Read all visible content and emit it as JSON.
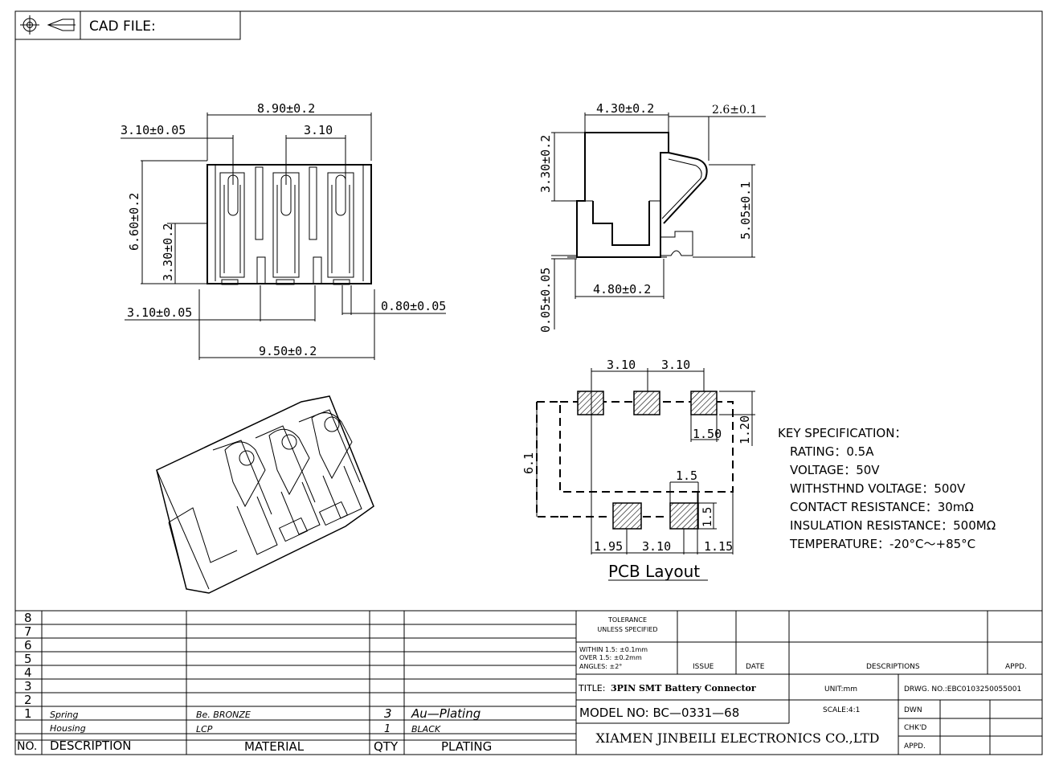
{
  "header": {
    "cad_label": "CAD FILE:"
  },
  "top_view": {
    "dim_width_top": "8.90±0.2",
    "dim_left_offset": "3.10±0.05",
    "dim_pitch": "3.10",
    "dim_height": "6.60±0.2",
    "dim_half_height": "3.30±0.2",
    "dim_bottom_offset": "3.10±0.05",
    "dim_tab_width": "0.80±0.05",
    "dim_width_bottom": "9.50±0.2"
  },
  "side_view": {
    "dim_top": "4.30±0.2",
    "dim_contact": "2.6±0.1",
    "dim_body_height": "3.30±0.2",
    "dim_total_height": "5.05±0.1",
    "dim_standoff": "0.05±0.05",
    "dim_bottom": "4.80±0.2"
  },
  "pcb_layout": {
    "title": "PCB Layout",
    "dim_pitch_1": "3.10",
    "dim_pitch_2": "3.10",
    "dim_pad_width": "1.50",
    "dim_pad_height": "1.20",
    "dim_outline_height": "6.1",
    "dim_lower_pad_width": "1.5",
    "dim_lower_pad_height": "1.5",
    "dim_left": "1.95",
    "dim_lower_pitch": "3.10",
    "dim_right": "1.15"
  },
  "key_spec": {
    "heading": "KEY SPECIFICATION：",
    "items": [
      "RATING：0.5A",
      "VOLTAGE：50V",
      "WITHSTHND VOLTAGE：500V",
      "CONTACT RESISTANCE：30mΩ",
      "INSULATION RESISTANCE：500MΩ",
      "TEMPERATURE：-20°C～+85°C"
    ]
  },
  "bom": {
    "row_numbers": [
      "8",
      "7",
      "6",
      "5",
      "4",
      "3",
      "2",
      "1"
    ],
    "row2": {
      "description": "Spring",
      "material": "Be. BRONZE",
      "qty": "3",
      "plating": "Au—Plating"
    },
    "row1": {
      "description": "Housing",
      "material": "LCP",
      "qty": "1",
      "plating": "BLACK"
    },
    "headers": {
      "no": "NO.",
      "description": "DESCRIPTION",
      "material": "MATERIAL",
      "qty": "QTY",
      "plating": "PLATING"
    }
  },
  "title_block": {
    "tolerance_line1": "TOLERANCE",
    "tolerance_line2": "UNLESS SPECIFIED",
    "within": "WITHIN 1.5: ±0.1mm",
    "over": "OVER 1.5:  ±0.2mm",
    "angles": "ANGLES: ±2°",
    "issue": "ISSUE",
    "date": "DATE",
    "descriptions": "DESCRIPTIONS",
    "appd": "APPD.",
    "title_prefix": "TITLE:",
    "title": "3PIN SMT Battery Connector",
    "unit": "UNIT:mm",
    "drwg_no": "DRWG. NO.:EBC0103250055001",
    "model": "MODEL  NO: BC—0331—68",
    "scale": "SCALE:4:1",
    "dwn": "DWN",
    "chkd": "CHK'D",
    "appd2": "APPD.",
    "company": "XIAMEN JINBEILI ELECTRONICS CO.,LTD"
  }
}
